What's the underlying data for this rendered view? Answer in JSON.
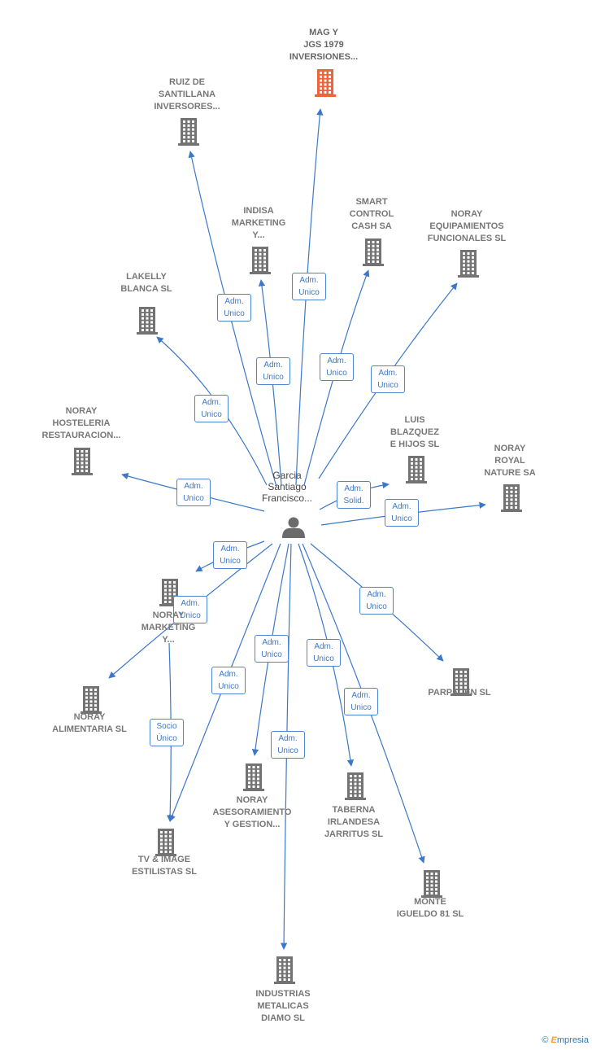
{
  "center": {
    "label": "Garcia\nSantiago\nFrancisco..."
  },
  "nodes": [
    {
      "id": "mag",
      "label": "MAG Y\nJGS 1979\nINVERSIONES...",
      "highlight": true
    },
    {
      "id": "ruiz",
      "label": "RUIZ DE\nSANTILLANA\nINVERSORES..."
    },
    {
      "id": "indisa",
      "label": "INDISA\nMARKETING\nY..."
    },
    {
      "id": "smart",
      "label": "SMART\nCONTROL\nCASH SA"
    },
    {
      "id": "equip",
      "label": "NORAY\nEQUIPAMIENTOS\nFUNCIONALES SL"
    },
    {
      "id": "lakelly",
      "label": "LAKELLY\nBLANCA SL"
    },
    {
      "id": "hosteleria",
      "label": "NORAY\nHOSTELERIA\nRESTAURACION..."
    },
    {
      "id": "luis",
      "label": "LUIS\nBLAZQUEZ\nE HIJOS SL"
    },
    {
      "id": "royal",
      "label": "NORAY\nROYAL\nNATURE SA"
    },
    {
      "id": "nmarketing",
      "label": "NORAY\nMARKETING\nY..."
    },
    {
      "id": "alimentaria",
      "label": "NORAY\nALIMENTARIA SL"
    },
    {
      "id": "parpacen",
      "label": "PARPACEN SL"
    },
    {
      "id": "asesoramiento",
      "label": "NORAY\nASESORAMIENTO\nY GESTION..."
    },
    {
      "id": "taberna",
      "label": "TABERNA\nIRLANDESA\nJARRITUS  SL"
    },
    {
      "id": "tvimage",
      "label": "TV & IMAGE\nESTILISTAS  SL"
    },
    {
      "id": "monte",
      "label": "MONTE\nIGUELDO 81 SL"
    },
    {
      "id": "industrias",
      "label": "INDUSTRIAS\nMETALICAS\nDIAMO SL"
    }
  ],
  "edges": [
    {
      "to": "mag",
      "label": "Adm.\nUnico"
    },
    {
      "to": "ruiz",
      "label": "Adm.\nUnico"
    },
    {
      "to": "indisa",
      "label": "Adm.\nUnico"
    },
    {
      "to": "smart",
      "label": "Adm.\nUnico"
    },
    {
      "to": "equip",
      "label": "Adm.\nUnico"
    },
    {
      "to": "lakelly",
      "label": "Adm.\nUnico"
    },
    {
      "to": "hosteleria",
      "label": "Adm.\nUnico"
    },
    {
      "to": "luis",
      "label": "Adm.\nSolid."
    },
    {
      "to": "royal",
      "label": "Adm.\nUnico"
    },
    {
      "to": "nmarketing",
      "label": "Adm.\nUnico"
    },
    {
      "to": "alimentaria",
      "label": "Adm.\nUnico"
    },
    {
      "to": "parpacen",
      "label": "Adm.\nUnico"
    },
    {
      "to": "tvimage",
      "label": "Adm.\nUnico"
    },
    {
      "to": "asesoramiento",
      "label": "Adm.\nUnico"
    },
    {
      "to": "taberna",
      "label": "Adm.\nUnico"
    },
    {
      "to": "monte",
      "label": "Adm.\nUnico"
    },
    {
      "to": "industrias",
      "label": "Adm.\nUnico"
    },
    {
      "to": "tvimage",
      "label": "Socio\nÚnico",
      "from": "nmarketing"
    }
  ],
  "colors": {
    "edge": "#3c78c8",
    "building": "#737373",
    "building_highlight": "#f0623a",
    "person": "#6b6b6b"
  },
  "brand": {
    "copyright": "©",
    "e": "E",
    "rest": "mpresia"
  }
}
